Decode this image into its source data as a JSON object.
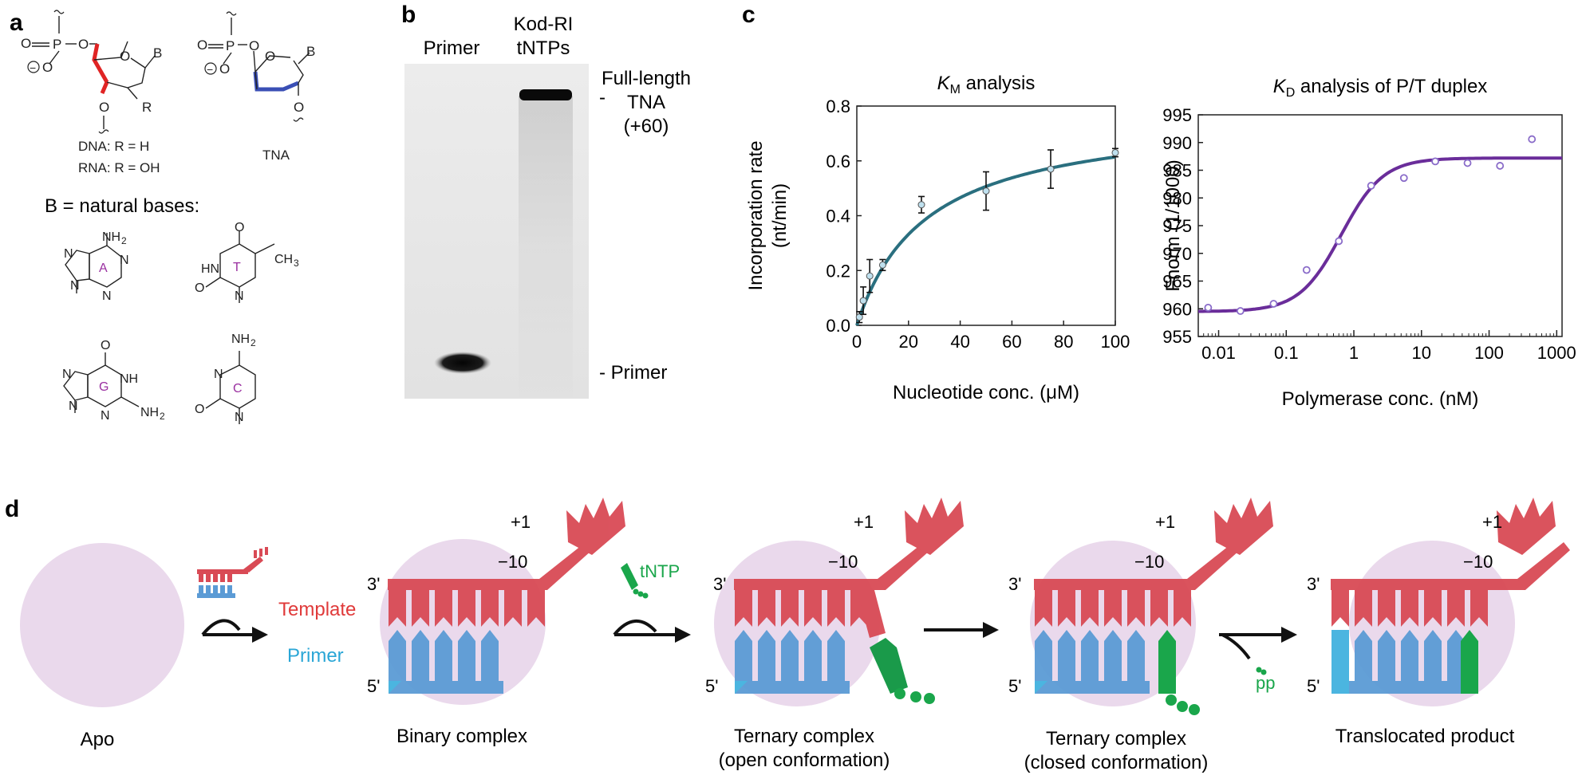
{
  "panels": {
    "a": {
      "letter": "a",
      "structures": {
        "dna_o_top": "O",
        "dna_p": "P",
        "dna_o_right": "O",
        "dna_o_left": "O",
        "dna_o_bottom": "O",
        "dna_minus": "−",
        "dna_ring_o": "O",
        "dna_b": "B",
        "dna_o3": "O",
        "dna_r": "R",
        "tna_o_top": "O",
        "tna_p": "P",
        "tna_o_right": "O",
        "tna_o_left": "O",
        "tna_o_bottom": "O",
        "tna_minus": "−",
        "tna_ring_o": "O",
        "tna_b": "B",
        "tna_o3": "O",
        "dna_label": "DNA: R = H",
        "rna_label": "RNA: R = OH",
        "tna_label": "TNA"
      },
      "bases_heading": "B = natural bases:",
      "bases": [
        {
          "letter": "A",
          "sub": "NH",
          "sub2": "2",
          "atoms": [
            "N",
            "N",
            "N",
            "N"
          ]
        },
        {
          "letter": "T",
          "sub": "CH",
          "sub2": "3",
          "atoms": [
            "O",
            "HN",
            "O",
            "N"
          ]
        },
        {
          "letter": "G",
          "sub": "NH",
          "sub2": "2",
          "atoms": [
            "O",
            "N",
            "NH",
            "N",
            "N",
            "N"
          ]
        },
        {
          "letter": "C",
          "sub": "NH",
          "sub2": "2",
          "atoms": [
            "N",
            "O",
            "N"
          ]
        }
      ]
    },
    "b": {
      "letter": "b",
      "lane1": "Primer",
      "lane2_line1": "Kod-RI",
      "lane2_line2": "tNTPs",
      "band_top_line1": "Full-length",
      "band_top_line2": "TNA",
      "band_top_line3": "(+60)",
      "band_top_dash": "-",
      "band_bottom": "- Primer"
    },
    "c": {
      "letter": "c"
    },
    "d": {
      "letter": "d",
      "stages": [
        {
          "label_line1": "Apo",
          "label_line2": ""
        },
        {
          "label_line1": "Binary complex",
          "label_line2": ""
        },
        {
          "label_line1": "Ternary complex",
          "label_line2": "(open conformation)"
        },
        {
          "label_line1": "Ternary complex",
          "label_line2": "(closed conformation)"
        },
        {
          "label_line1": "Translocated product",
          "label_line2": ""
        }
      ],
      "template_label": "Template",
      "primer_label": "Primer",
      "tntp_label": "tNTP",
      "pp_label": "pp",
      "three_prime": "3'",
      "five_prime": "5'",
      "plus_one": "+1",
      "minus_ten": "−10",
      "colors": {
        "template": "#d94a55",
        "primer": "#5b9bd5",
        "primer_end": "#4bb5e0",
        "polymerase": "#ead9ec",
        "ntp": "#1aa64b",
        "primer_text": "#2aa6d6",
        "template_text": "#e03a3a",
        "tntp_text": "#1aa64b"
      }
    }
  },
  "chart_data": [
    {
      "type": "scatter",
      "title_main": "K",
      "title_sub": "M",
      "title_rest": " analysis",
      "xlabel": "Nucleotide conc. (μM)",
      "ylabel_line1": "Incorporation rate",
      "ylabel_line2": "(nt/min)",
      "xlim": [
        0,
        100
      ],
      "ylim": [
        0,
        0.8
      ],
      "xticks": [
        0,
        20,
        40,
        60,
        80,
        100
      ],
      "yticks": [
        0.0,
        0.2,
        0.4,
        0.6,
        0.8
      ],
      "xtick_labels": [
        "0",
        "20",
        "40",
        "60",
        "80",
        "100"
      ],
      "ytick_labels": [
        "0.0",
        "0.2",
        "0.4",
        "0.6",
        "0.8"
      ],
      "points": [
        {
          "x": 1,
          "y": 0.03,
          "err": 0.02
        },
        {
          "x": 2.5,
          "y": 0.09,
          "err": 0.05
        },
        {
          "x": 5,
          "y": 0.18,
          "err": 0.06
        },
        {
          "x": 10,
          "y": 0.22,
          "err": 0.02
        },
        {
          "x": 25,
          "y": 0.44,
          "err": 0.03
        },
        {
          "x": 50,
          "y": 0.49,
          "err": 0.07
        },
        {
          "x": 75,
          "y": 0.57,
          "err": 0.07
        },
        {
          "x": 100,
          "y": 0.63,
          "err": 0.015
        }
      ],
      "fit": {
        "model": "michaelis-menten",
        "vmax": 0.78,
        "km": 27
      },
      "colors": {
        "line": "#2a6f7f",
        "marker": "#bfe0ee"
      }
    },
    {
      "type": "scatter",
      "title_main": "K",
      "title_sub": "D",
      "title_rest": " analysis of P/T duplex",
      "xlabel": "Polymerase conc. (nM)",
      "ylabel": "Fnorm (1/1000)",
      "xscale": "log",
      "xlim": [
        0.005,
        1200
      ],
      "ylim": [
        955,
        995
      ],
      "xticks": [
        0.01,
        0.1,
        1,
        10,
        100,
        1000
      ],
      "xtick_labels": [
        "0.01",
        "0.1",
        "1",
        "10",
        "100",
        "1000"
      ],
      "yticks": [
        955,
        960,
        965,
        970,
        975,
        980,
        985,
        990,
        995
      ],
      "ytick_labels": [
        "955",
        "960",
        "965",
        "970",
        "975",
        "980",
        "985",
        "990",
        "995"
      ],
      "points": [
        {
          "x": 0.007,
          "y": 960.2
        },
        {
          "x": 0.021,
          "y": 959.6
        },
        {
          "x": 0.065,
          "y": 960.9
        },
        {
          "x": 0.2,
          "y": 967.0
        },
        {
          "x": 0.6,
          "y": 972.2
        },
        {
          "x": 1.8,
          "y": 982.2
        },
        {
          "x": 5.5,
          "y": 983.6
        },
        {
          "x": 16,
          "y": 986.6
        },
        {
          "x": 48,
          "y": 986.3
        },
        {
          "x": 145,
          "y": 985.8
        },
        {
          "x": 430,
          "y": 990.6
        }
      ],
      "fit": {
        "model": "sigmoid",
        "bottom": 959.5,
        "top": 987.2,
        "kd": 0.65,
        "hill": 1.4
      },
      "colors": {
        "line": "#6a2d9a",
        "marker": "#8a6cc9"
      }
    }
  ]
}
